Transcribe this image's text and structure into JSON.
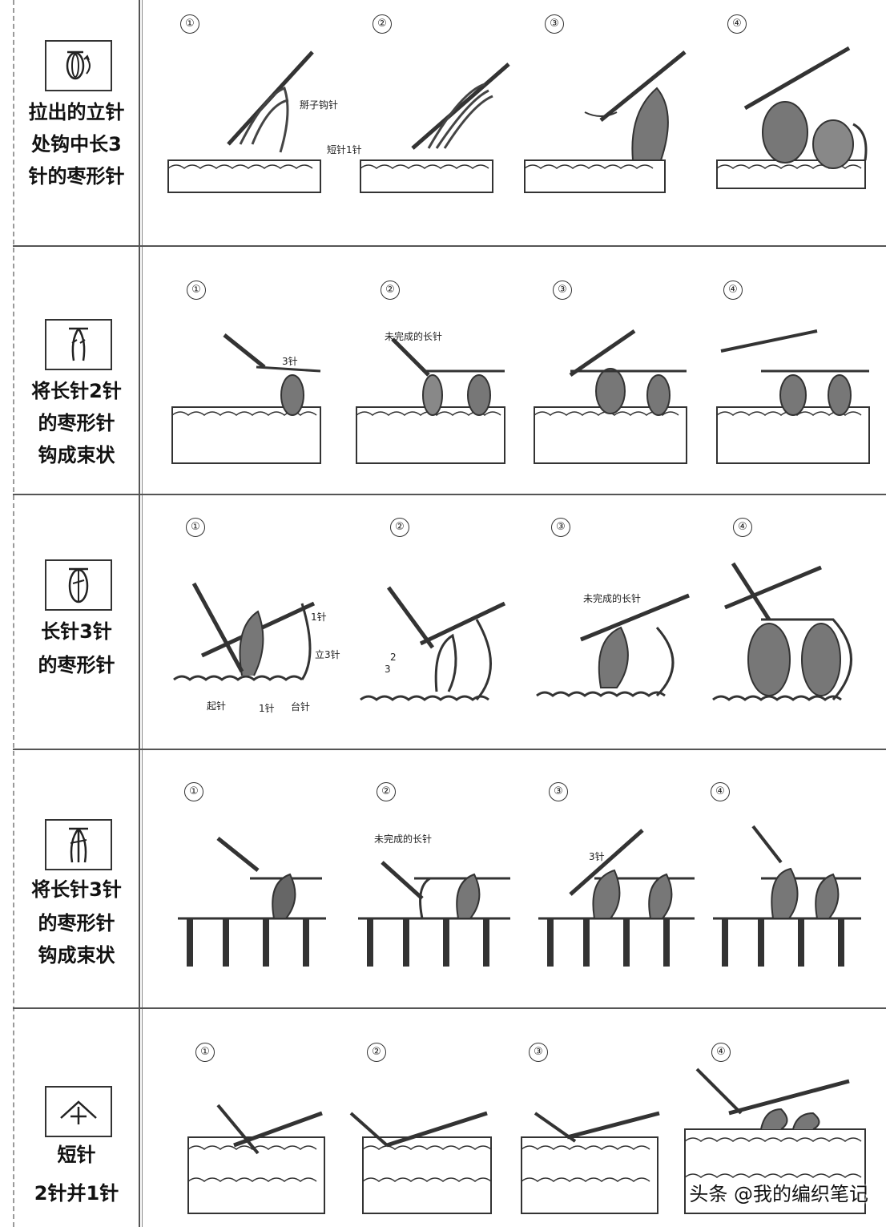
{
  "rows": [
    {
      "label_lines": [
        "拉出的立针",
        "处钩中长3",
        "针的枣形针"
      ],
      "steps": [
        "①",
        "②",
        "③",
        "④"
      ],
      "notes": [
        "掰子钩针",
        "短针1针"
      ]
    },
    {
      "label_lines": [
        "将长针2针",
        "的枣形针",
        "钩成束状"
      ],
      "steps": [
        "①",
        "②",
        "③",
        "④"
      ],
      "notes": [
        "3针",
        "未完成的长针"
      ]
    },
    {
      "label_lines": [
        "长针3针",
        "的枣形针"
      ],
      "steps": [
        "①",
        "②",
        "③",
        "④"
      ],
      "notes": [
        "1针",
        "立3针",
        "起针",
        "1针",
        "台针",
        "2",
        "3",
        "未完成的长针"
      ]
    },
    {
      "label_lines": [
        "将长针3针",
        "的枣形针",
        "钩成束状"
      ],
      "steps": [
        "①",
        "②",
        "③",
        "④"
      ],
      "notes": [
        "未完成的长针",
        "3针"
      ]
    },
    {
      "label_lines": [
        "短针",
        "2针并1针"
      ],
      "steps": [
        "①",
        "②",
        "③",
        "④"
      ],
      "notes": []
    }
  ],
  "watermark": "头条 @我的编织笔记",
  "icons": [
    "puff-stitch-symbol-icon",
    "bobble-2dc-cluster-symbol-icon",
    "bobble-3dc-symbol-icon",
    "bobble-3dc-cluster-symbol-icon",
    "sc2tog-symbol-icon"
  ]
}
